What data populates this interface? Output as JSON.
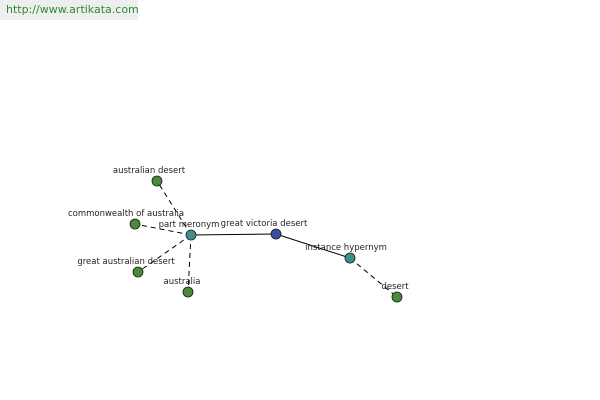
{
  "header": {
    "url": "http://www.artikata.com"
  },
  "colors": {
    "url_text": "#2e8b2e",
    "leaf_node": "#4a8a3c",
    "relation_node": "#3f8f8a",
    "center_node": "#3b4f9a",
    "node_stroke": "#1a1a1a",
    "edge": "#000000"
  },
  "graph": {
    "nodes": [
      {
        "id": "great-victoria-desert",
        "label": "great victoria desert",
        "kind": "center"
      },
      {
        "id": "part-meronym",
        "label": "part meronym",
        "kind": "relation"
      },
      {
        "id": "instance-hypernym",
        "label": "instance hypernym",
        "kind": "relation"
      },
      {
        "id": "australian-desert",
        "label": "australian desert",
        "kind": "leaf"
      },
      {
        "id": "commonwealth-of-australia",
        "label": "commonwealth of australia",
        "kind": "leaf"
      },
      {
        "id": "great-australian-desert",
        "label": "great australian desert",
        "kind": "leaf"
      },
      {
        "id": "australia",
        "label": "australia",
        "kind": "leaf"
      },
      {
        "id": "desert",
        "label": "desert",
        "kind": "leaf"
      }
    ],
    "edges": [
      {
        "from": "part-meronym",
        "to": "great-victoria-desert",
        "style": "solid"
      },
      {
        "from": "great-victoria-desert",
        "to": "instance-hypernym",
        "style": "solid"
      },
      {
        "from": "part-meronym",
        "to": "australian-desert",
        "style": "dashed"
      },
      {
        "from": "part-meronym",
        "to": "commonwealth-of-australia",
        "style": "dashed"
      },
      {
        "from": "part-meronym",
        "to": "great-australian-desert",
        "style": "dashed"
      },
      {
        "from": "part-meronym",
        "to": "australia",
        "style": "dashed"
      },
      {
        "from": "instance-hypernym",
        "to": "desert",
        "style": "dashed"
      }
    ]
  }
}
